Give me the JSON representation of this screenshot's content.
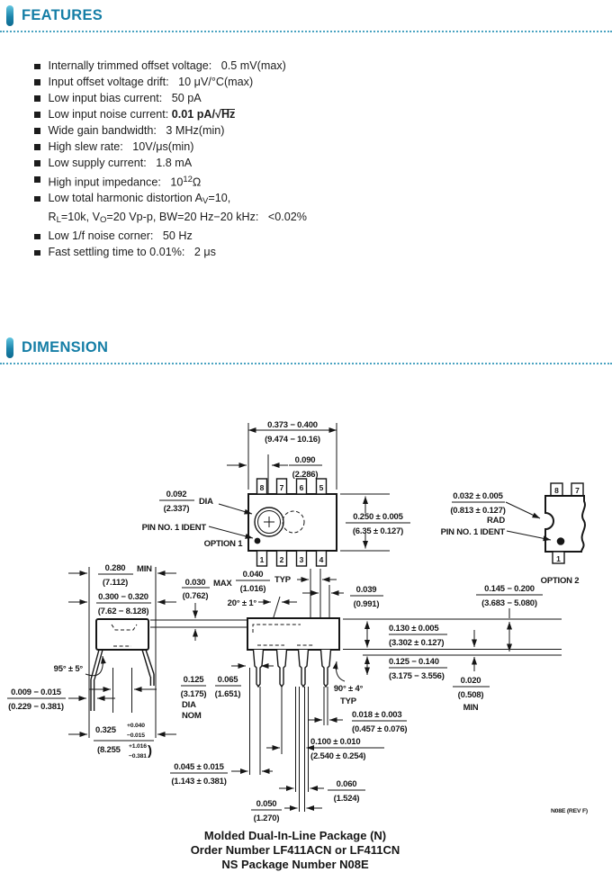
{
  "sections": {
    "features": {
      "title": "FEATURES"
    },
    "dimension": {
      "title": "DIMENSION"
    }
  },
  "features": {
    "items": [
      {
        "seg": [
          {
            "t": "Internally trimmed offset voltage:   0.5 mV(max)"
          }
        ]
      },
      {
        "seg": [
          {
            "t": "Input offset voltage drift:   10 μV/°C(max)"
          }
        ]
      },
      {
        "seg": [
          {
            "t": "Low input bias current:   50 pA"
          }
        ]
      },
      {
        "seg": [
          {
            "t": "Low input noise current: "
          },
          {
            "t": "0.01 pA/√",
            "s": "b"
          },
          {
            "t": "Hz",
            "s": "ov"
          }
        ]
      },
      {
        "seg": [
          {
            "t": "Wide gain bandwidth:   3 MHz(min)"
          }
        ]
      },
      {
        "seg": [
          {
            "t": "High slew rate:   10V/μs(min)"
          }
        ]
      },
      {
        "seg": [
          {
            "t": "Low supply current:   1.8 mA"
          }
        ]
      },
      {
        "seg": [
          {
            "t": "High input impedance:   10"
          },
          {
            "t": "12",
            "s": "sup"
          },
          {
            "t": "Ω"
          }
        ]
      },
      {
        "seg": [
          {
            "t": "Low total harmonic distortion A"
          },
          {
            "t": "V",
            "s": "sub"
          },
          {
            "t": "=10,"
          }
        ]
      },
      {
        "indent": true,
        "seg": [
          {
            "t": "R"
          },
          {
            "t": "L",
            "s": "sub"
          },
          {
            "t": "=10k, V"
          },
          {
            "t": "O",
            "s": "sub"
          },
          {
            "t": "=20 Vp-p, BW=20 Hz−20 kHz:   <0.02%"
          }
        ]
      },
      {
        "seg": [
          {
            "t": "Low 1/f noise corner:   50 Hz"
          }
        ]
      },
      {
        "seg": [
          {
            "t": "Fast settling time to 0.01%:   2 μs"
          }
        ]
      }
    ]
  },
  "drawing": {
    "top_view": {
      "pins_top": [
        "8",
        "7",
        "6",
        "5"
      ],
      "pins_bottom": [
        "1",
        "2",
        "3",
        "4"
      ],
      "option_label": "OPTION 1",
      "pin1_label": "PIN NO. 1 IDENT",
      "dia_note": "DIA"
    },
    "option2_view": {
      "pins_top": [
        "8",
        "7"
      ],
      "pin_bottom": "1",
      "option_label": "OPTION 2",
      "pin1_label": "PIN NO. 1 IDENT",
      "rad_note": "RAD",
      "paren": ")"
    },
    "dims": {
      "width": {
        "in": "0.373 − 0.400",
        "mm": "(9.474 − 10.16)"
      },
      "pin_offset": {
        "in": "0.090",
        "mm": "(2.286)"
      },
      "dia": {
        "in": "0.092",
        "mm": "(2.337)"
      },
      "height": {
        "in": "0.250 ± 0.005",
        "mm": "(6.35 ± 0.127)"
      },
      "rad": {
        "in": "0.032 ± 0.005",
        "mm": "(0.813 ± 0.127)"
      },
      "standoff": {
        "in": "0.145 − 0.200",
        "mm": "(3.683 − 5.080)"
      },
      "body_min": {
        "in": "0.280",
        "mm": "(7.112)",
        "note": "MIN"
      },
      "row_spacing": {
        "in": "0.300 − 0.320",
        "mm": "(7.62 − 8.128)"
      },
      "lid_max": {
        "in": "0.030",
        "mm": "(0.762)",
        "note": "MAX"
      },
      "draft_angle": "20° ± 1°",
      "lead_angle": "95° ± 5°",
      "lead_thk_side": {
        "in": "0.009 − 0.015",
        "mm": "(0.229 − 0.381)"
      },
      "dia_nom": {
        "in": "0.125",
        "mm": "(3.175)",
        "note1": "DIA",
        "note2": "NOM"
      },
      "spread": {
        "in_base": "0.325",
        "in_plus": "+0.040",
        "in_minus": "−0.015",
        "mm_base": "(8.255",
        "mm_plus": "+1.016",
        "mm_minus": "−0.381"
      },
      "pin_w_typ": {
        "in": "0.040",
        "mm": "(1.016)",
        "note": "TYP"
      },
      "pin_w4": {
        "in": "0.039",
        "mm": "(0.991)"
      },
      "body_h": {
        "in": "0.130 ± 0.005",
        "mm": "(3.302 ± 0.127)"
      },
      "shoulder": {
        "in": "0.125 − 0.140",
        "mm": "(3.175 − 3.556)"
      },
      "gap_min": {
        "in": "0.020",
        "mm": "(0.508)",
        "note": "MIN"
      },
      "lead_wide": {
        "in": "0.065",
        "mm": "(1.651)"
      },
      "tip_angle": {
        "a": "90° ± 4°",
        "note": "TYP"
      },
      "lead_thk": {
        "in": "0.018 ± 0.003",
        "mm": "(0.457 ± 0.076)"
      },
      "pitch": {
        "in": "0.100 ± 0.010",
        "mm": "(2.540 ± 0.254)"
      },
      "lead_w": {
        "in": "0.045 ± 0.015",
        "mm": "(1.143 ± 0.381)"
      },
      "tip_w": {
        "in": "0.060",
        "mm": "(1.524)"
      },
      "tip_w2": {
        "in": "0.050",
        "mm": "(1.270)"
      }
    },
    "rev": "N08E (REV F)",
    "caption": [
      "Molded Dual-In-Line Package (N)",
      "Order Number LF411ACN or LF411CN",
      "NS Package Number N08E"
    ]
  }
}
